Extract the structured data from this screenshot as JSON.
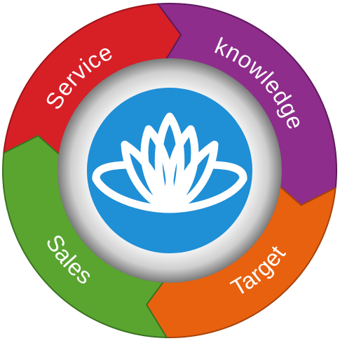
{
  "segments": [
    {
      "key": "service",
      "label": "Service",
      "color": "#d71f26",
      "dark": "#9e1418"
    },
    {
      "key": "knowledge",
      "label": "knowledge",
      "color": "#8e2d8c",
      "dark": "#5f1a5e"
    },
    {
      "key": "target",
      "label": "Target",
      "color": "#e8610f",
      "dark": "#a8430a"
    },
    {
      "key": "sales",
      "label": "Sales",
      "color": "#5aa530",
      "dark": "#3b7320"
    }
  ],
  "center": {
    "icon": "lotus-icon",
    "color": "#1f8fd6"
  }
}
